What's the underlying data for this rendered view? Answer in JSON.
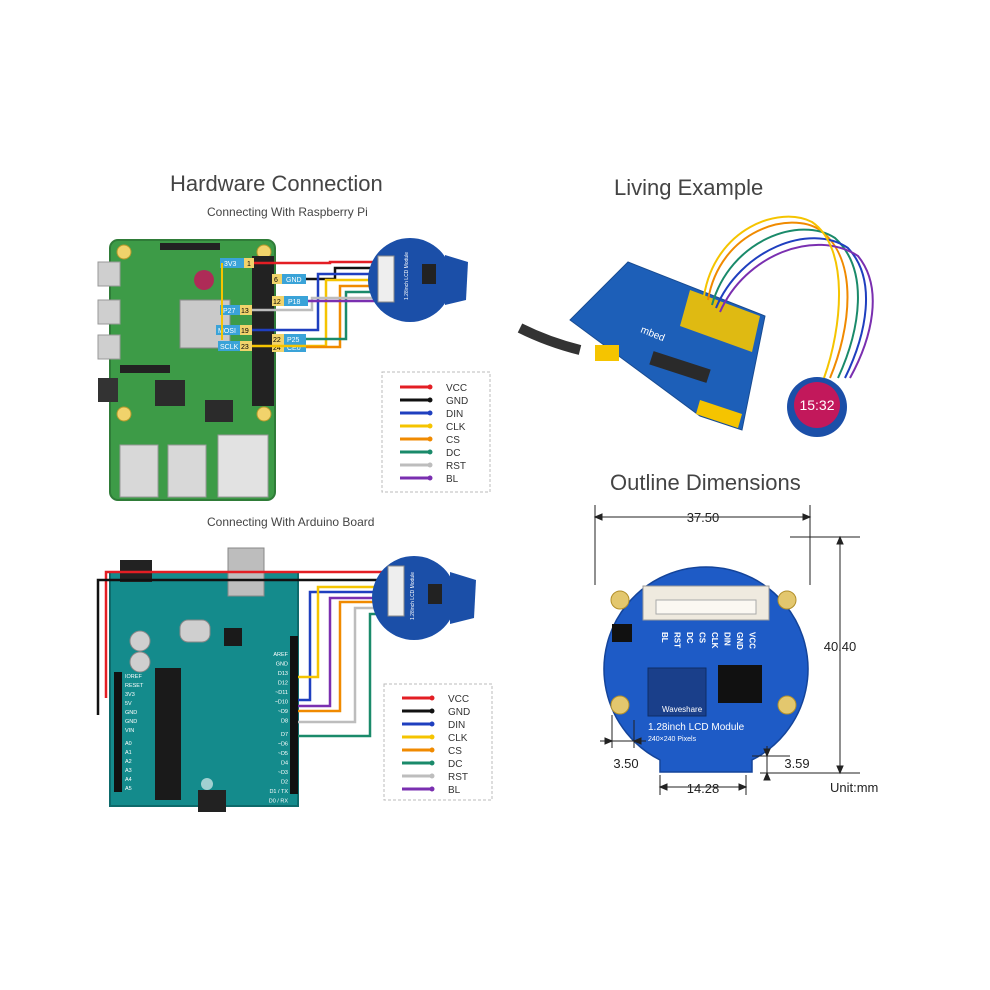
{
  "titles": {
    "hardware": "Hardware Connection",
    "pi_sub": "Connecting With Raspberry Pi",
    "arduino_sub": "Connecting With Arduino Board",
    "living": "Living Example",
    "outline": "Outline Dimensions"
  },
  "legend": [
    {
      "label": "VCC",
      "color": "#e31e24"
    },
    {
      "label": "GND",
      "color": "#111111"
    },
    {
      "label": "DIN",
      "color": "#1f3fbf"
    },
    {
      "label": "CLK",
      "color": "#f5c400"
    },
    {
      "label": "CS",
      "color": "#f08a00"
    },
    {
      "label": "DC",
      "color": "#1a8a6a"
    },
    {
      "label": "RST",
      "color": "#bdbdbd"
    },
    {
      "label": "BL",
      "color": "#7a2fb0"
    }
  ],
  "pi_pins": {
    "p1": "1",
    "p1n": "3V3",
    "p6": "6",
    "p6n": "GND",
    "p12": "12",
    "p12n": "P18",
    "p13": "13",
    "p13n": "P27",
    "p19": "19",
    "p19n": "MOSI",
    "p22": "22",
    "p22n": "P25",
    "p23": "23",
    "p23n": "SCLK",
    "p24": "24",
    "p24n": "CE0"
  },
  "arduino_pins": {
    "left": [
      "IOREF",
      "RESET",
      "3V3",
      "5V",
      "GND",
      "GND",
      "VIN",
      "A0",
      "A1",
      "A2",
      "A3",
      "A4",
      "A5"
    ],
    "right": [
      "AREF",
      "GND",
      "D13",
      "D12",
      "~D11",
      "~D10",
      "~D9",
      "D8",
      "D7",
      "~D6",
      "~D5",
      "D4",
      "~D3",
      "D2",
      "D1 / TX",
      "D0 / RX"
    ]
  },
  "module": {
    "brand": "Waveshare",
    "name": "1.28inch LCD Module",
    "pixels": "240×240 Pixels",
    "pins": [
      "VCC",
      "GND",
      "DIN",
      "CLK",
      "CS",
      "DC",
      "RST",
      "BL"
    ]
  },
  "living": {
    "board_label": "mbed",
    "screen_time": "15:32"
  },
  "dimensions": {
    "width": "37.50",
    "height": "40.40",
    "hole": "3.50",
    "tab_h": "3.59",
    "tab_w": "14.28",
    "unit": "Unit:mm"
  }
}
